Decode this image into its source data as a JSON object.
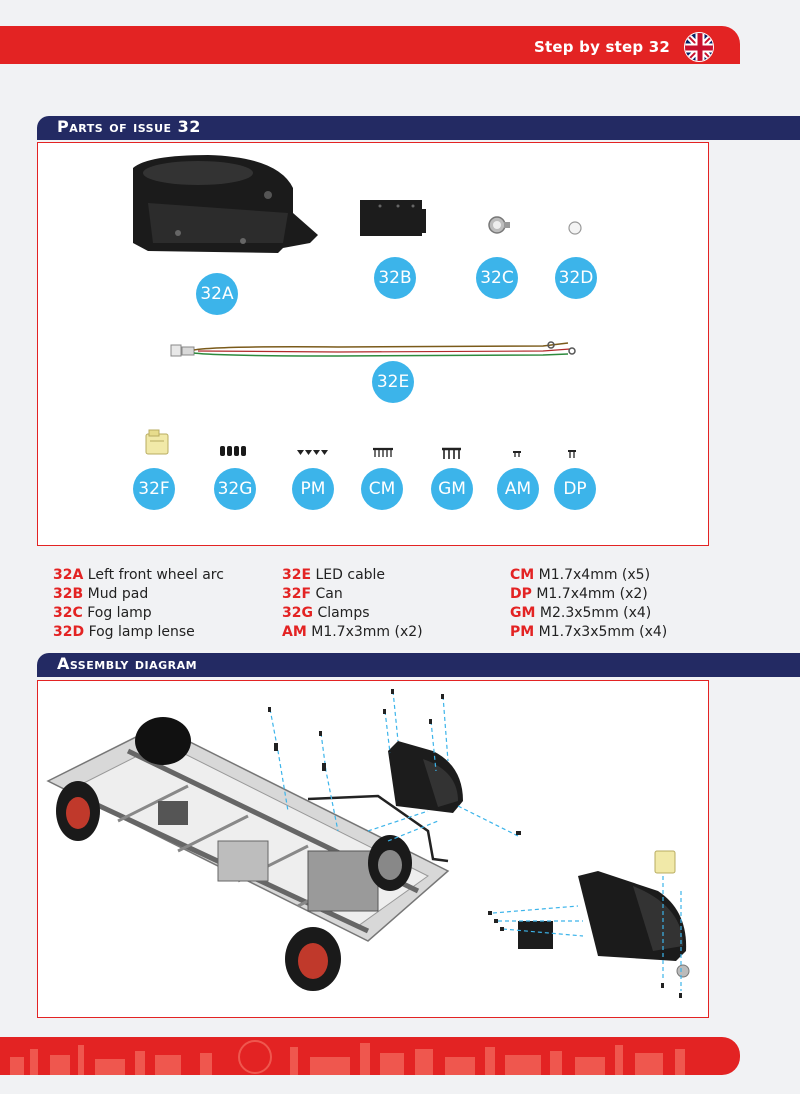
{
  "header": {
    "step_label": "Step by step 32",
    "flag_icon": "uk-flag-icon"
  },
  "parts": {
    "title": "Parts of issue 32",
    "badges": [
      "32A",
      "32B",
      "32C",
      "32D",
      "32E",
      "32F",
      "32G",
      "PM",
      "CM",
      "GM",
      "AM",
      "DP"
    ]
  },
  "legend": {
    "col1": [
      {
        "code": "32A",
        "desc": "Left front wheel arc"
      },
      {
        "code": "32B",
        "desc": "Mud pad"
      },
      {
        "code": "32C",
        "desc": "Fog lamp"
      },
      {
        "code": "32D",
        "desc": "Fog lamp lense"
      }
    ],
    "col2": [
      {
        "code": "32E",
        "desc": "LED cable"
      },
      {
        "code": "32F",
        "desc": "Can"
      },
      {
        "code": "32G",
        "desc": "Clamps"
      },
      {
        "code": "AM",
        "desc": "M1.7x3mm (x2)"
      }
    ],
    "col3": [
      {
        "code": "CM",
        "desc": "M1.7x4mm (x5)"
      },
      {
        "code": "DP",
        "desc": "M1.7x4mm (x2)"
      },
      {
        "code": "GM",
        "desc": "M2.3x5mm (x4)"
      },
      {
        "code": "PM",
        "desc": "M1.7x3x5mm (x4)"
      }
    ]
  },
  "assembly": {
    "title": "Assembly diagram"
  },
  "colors": {
    "brand_red": "#e32323",
    "navy": "#232a63",
    "badge_blue": "#3cb4ea"
  }
}
